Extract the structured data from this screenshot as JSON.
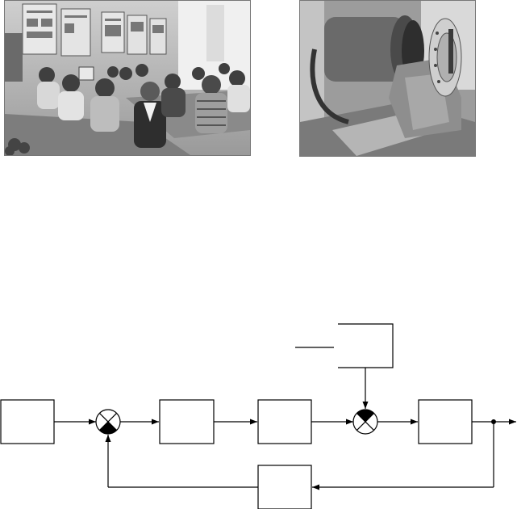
{
  "photos": [
    {
      "id": "classroom",
      "subject": "students-at-desks-classroom-photo"
    },
    {
      "id": "machine",
      "subject": "electric-machine-test-bench-photo"
    }
  ],
  "diagram": {
    "blocks": [
      {
        "id": "block-input",
        "label": ""
      },
      {
        "id": "block-2",
        "label": ""
      },
      {
        "id": "block-3",
        "label": ""
      },
      {
        "id": "block-plant",
        "label": ""
      },
      {
        "id": "block-feedback",
        "label": ""
      },
      {
        "id": "block-disturbance",
        "label": ""
      }
    ],
    "summing_junctions": [
      {
        "id": "sum-1",
        "shaded": "bottom-half"
      },
      {
        "id": "sum-2",
        "shaded": "top-half"
      }
    ],
    "colors": {
      "line": "#000000",
      "photo_tone": "#8a8a8a"
    }
  }
}
